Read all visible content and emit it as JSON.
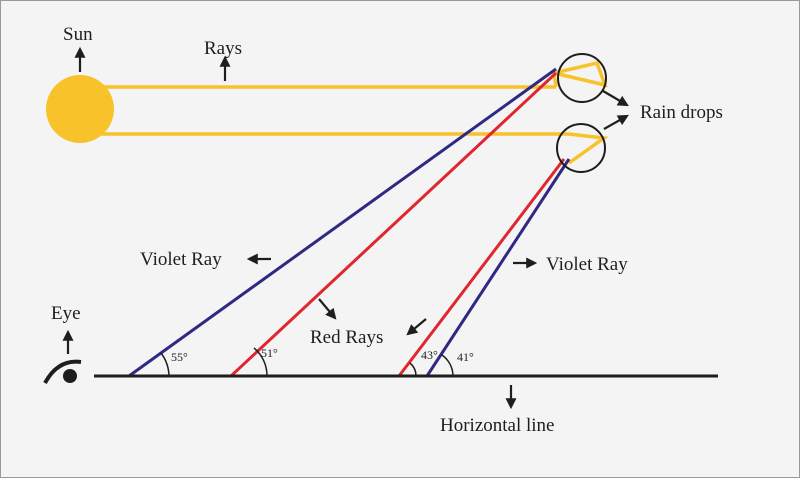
{
  "labels": {
    "sun": "Sun",
    "rays": "Rays",
    "rain_drops": "Rain drops",
    "violet_ray_left": "Violet Ray",
    "violet_ray_right": "Violet Ray",
    "red_rays": "Red Rays",
    "eye": "Eye",
    "horizontal_line": "Horizontal line"
  },
  "angles": {
    "a55": "55°",
    "a51": "51°",
    "a43": "43°",
    "a41": "41°"
  },
  "colors": {
    "sun": "#f7c22a",
    "sun_ray": "#f7c22a",
    "violet_ray": "#2e2a83",
    "red_ray": "#e0262e",
    "outline": "#1e1e1e",
    "background": "#f4f4f4"
  }
}
